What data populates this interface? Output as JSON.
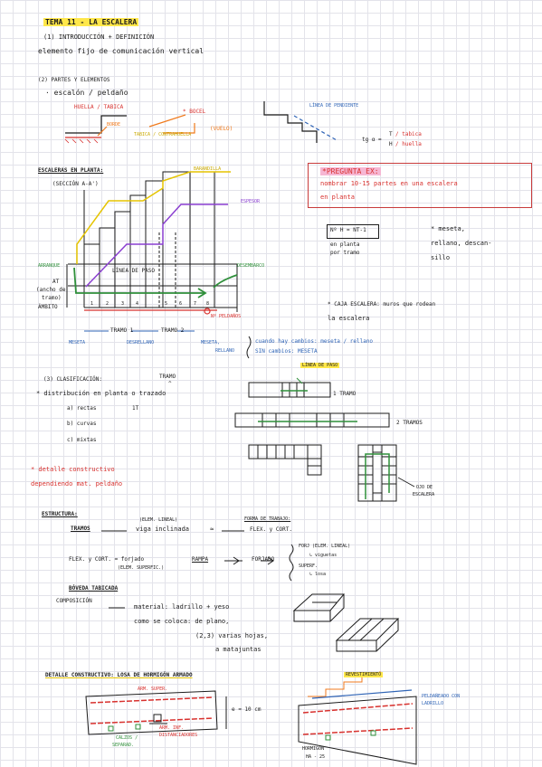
{
  "title": "TEMA 11 - LA ESCALERA",
  "intro": {
    "heading": "(1) INTRODUCCIÓN + DEFINICIÓN",
    "definition": "elemento fijo de comunicación vertical"
  },
  "partes": {
    "heading": "(2) PARTES Y ELEMENTOS",
    "sub": "· escalón / peldaño",
    "huella_tabica": "HUELLA / TABICA",
    "borde": "BORDE",
    "tabica_contrahuella": "TABICA / CONTRAHUELLA",
    "bocel": "* BOCEL",
    "vuelo": "(VUELO)",
    "linea_pendiente": "LÍNEA DE PENDIENTE",
    "formula_left": "tg α =",
    "formula_T": "T",
    "formula_H": "H",
    "formula_tabica": "/ tabica",
    "formula_huella": "/ huella"
  },
  "planta": {
    "heading": "ESCALERAS EN PLANTA:",
    "seccion": "(SECCIÓN A-A')",
    "barandilla": "BARANDILLA",
    "espesor": "ESPESOR",
    "arranque": "ARRANQUE",
    "linea_paso": "LÍNEA DE PASO",
    "desembarco": "DESEMBARCO",
    "at_label": "AT",
    "ancho": "(ancho de",
    "tramo_paren": "tramo)",
    "ambito": "ÁMBITO",
    "nums": [
      "1",
      "2",
      "3",
      "4",
      "5",
      "6",
      "7",
      "8"
    ],
    "peldanos": "Nº PELDAÑOS",
    "tramo1": "TRAMO 1",
    "tramo2": "TRAMO 2",
    "meseta": "MESETA",
    "desrellano": "DESRELLANO",
    "meseta_rellano": "MESETA,",
    "rellano": "RELLANO",
    "cambio_dir": "cuando hay cambios: meseta / rellano",
    "sin_cambios": "SIN cambios: MESETA"
  },
  "pregunta": {
    "heading": "*PREGUNTA EX:",
    "line1": "nombrar 10-15 partes en una escalera",
    "line2": "en planta"
  },
  "formula_box": {
    "line1": "Nº H = NT-1",
    "line2": "en planta",
    "line3": "por tramo"
  },
  "meseta_note": {
    "line1": "* meseta,",
    "line2": "rellano, descan-",
    "line3": "sillo"
  },
  "caja_note": {
    "line1": "* CAJA ESCALERA: muros que rodean",
    "line2": "la escalera"
  },
  "clasificacion": {
    "heading": "(3) CLASIFICACIÓN:",
    "tramo_top": "TRAMO",
    "arrow_up": "^",
    "distrib": "* distribución en planta   o   trazado",
    "rectas": "a) rectas",
    "rectas_res": "1T",
    "curvas": "b) curvas",
    "mixtas": "c) mixtas",
    "linea_paso": "LÍNEA DE PASO",
    "un_tramo": "1 TRAMO",
    "dos_tramos": "2 TRAMOS",
    "ojo": "OJO DE",
    "escalera": "ESCALERA"
  },
  "detalle_const": {
    "line1": "* detalle constructivo",
    "line2": "dependiendo mat. peldaño"
  },
  "estructura": {
    "heading": "ESTRUCTURA:",
    "tramos": "TRAMOS",
    "elem_lineal": "(ELEM. LINEAL)",
    "viga": "viga inclinada",
    "approx": "≈",
    "forma_trabajo": "FORMA DE TRABAJO:",
    "flex_cort1": "FLEX. y CORT.",
    "flex_cort2": "FLEX. y CORT. = forjado",
    "elem_superf": "(ELEM. SUPERFIC.)",
    "rampa": "RAMPA",
    "forjado": "FORJADO",
    "forj_lineal": "FORJ (ELEM. LINEAL)",
    "viguetas": "↳ viguetas",
    "superf": "SUPERF.",
    "losa": "↳ losa"
  },
  "boveda": {
    "heading": "BÓVEDA TABICADA",
    "composicion": "COMPOSICIÓN",
    "material": "material: ladrillo + yeso",
    "como": "como se coloca: de plano,",
    "hojas": "(2,3) varias hojas,",
    "juntas": "a matajuntas"
  },
  "detalle": {
    "heading": "DETALLE CONSTRUCTIVO: LOSA DE HORMIGÓN ARMADO",
    "arm_super": "ARM. SUPER.",
    "arm_inf": "ARM. INF.",
    "distanciadores": "DISTANCIADORES",
    "calzos": "CALZOS /",
    "separad": "SEPARAD.",
    "espesor": "e ≈ 10 cm",
    "revestimiento": "REVESTIMIENTO",
    "peldanado": "PELDAÑEADO CON",
    "ladrillo": "LADRILLO",
    "hormigon": "HORMIGÓN",
    "ha": "HA - 25"
  },
  "colors": {
    "red": "#d8312e",
    "blue": "#2f64b6",
    "green": "#2f8f3a",
    "orange": "#f07a1c",
    "yellow": "#ffe74a",
    "purple": "#8a3fd0"
  }
}
